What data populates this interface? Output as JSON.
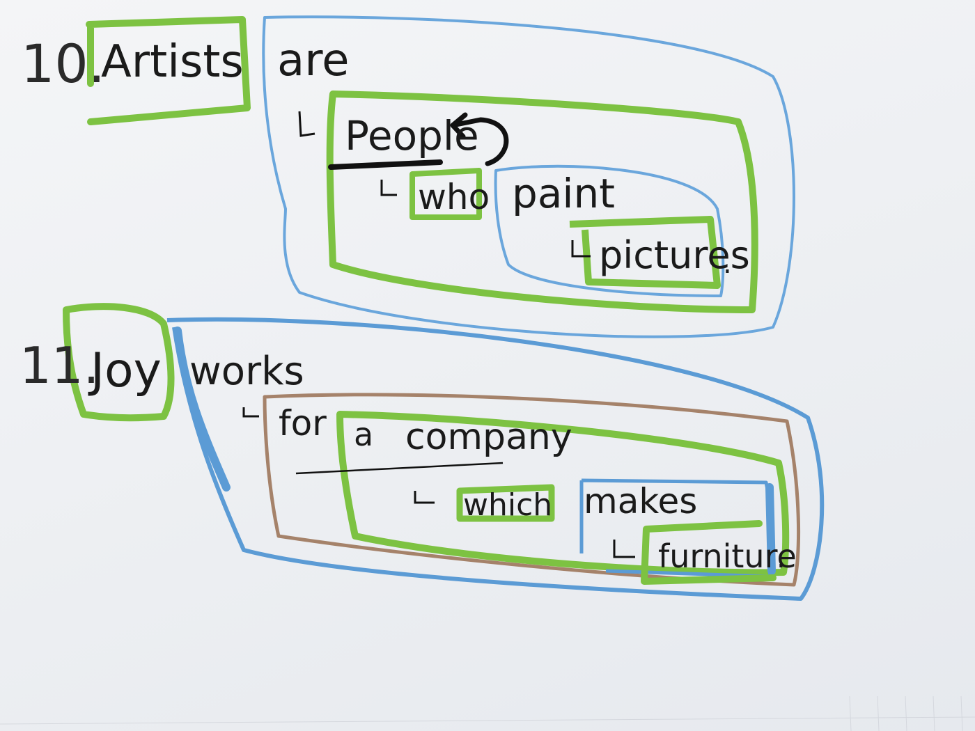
{
  "colors": {
    "paper": "#eef0f3",
    "ink": "#1a1a1a",
    "green_marker": "#7dc242",
    "blue_pen": "#5b9bd5",
    "blue_marker": "#6aa6dc",
    "brown_pen": "#a5826a"
  },
  "sentence_10": {
    "number": "10.",
    "subject": "Artists",
    "verb": "are",
    "complement": "People",
    "relative_pronoun": "who",
    "relative_verb": "paint",
    "object": "pictures",
    "period": "."
  },
  "sentence_11": {
    "number": "11.",
    "subject": "Joy",
    "verb": "works",
    "preposition": "for",
    "article": "a",
    "noun": "company",
    "relative_pronoun": "which",
    "relative_verb": "makes",
    "object": "furniture",
    "period": "."
  },
  "icons": {
    "arrow": "curved-arrow-icon",
    "branch": "branch-mark-icon"
  }
}
